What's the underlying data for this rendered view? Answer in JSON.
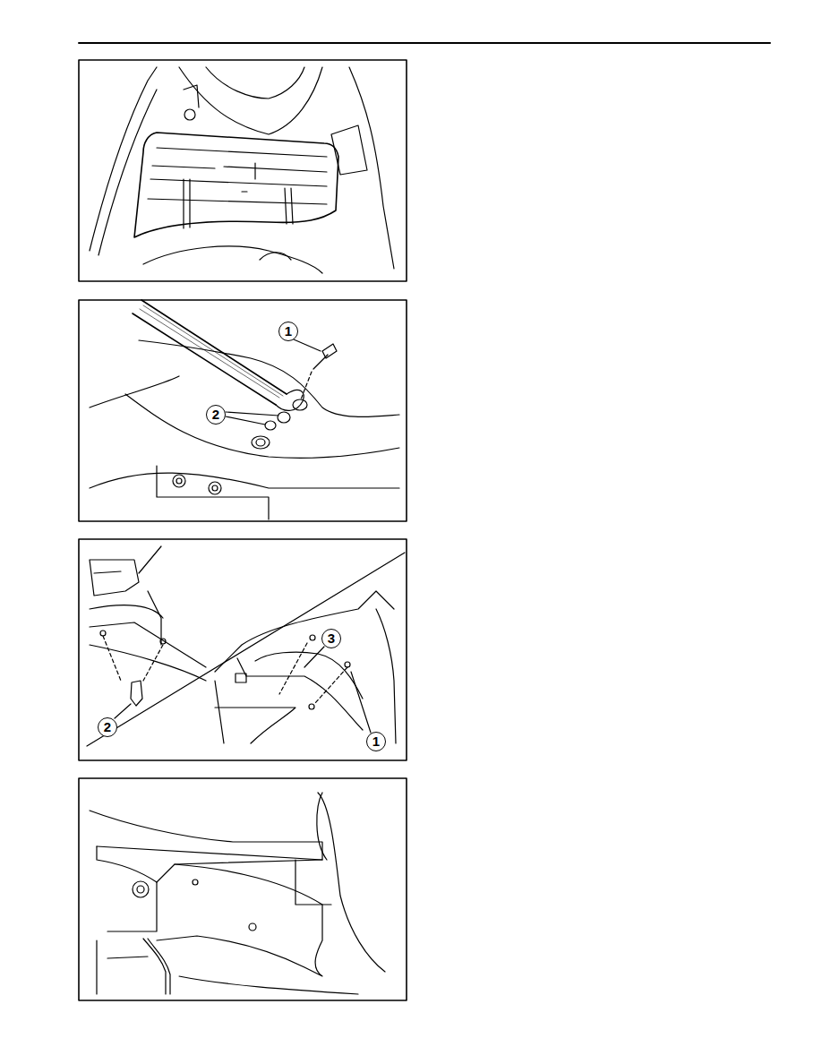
{
  "diagram": {
    "labels": [
      "1",
      "2",
      "2",
      "3",
      "1"
    ]
  }
}
